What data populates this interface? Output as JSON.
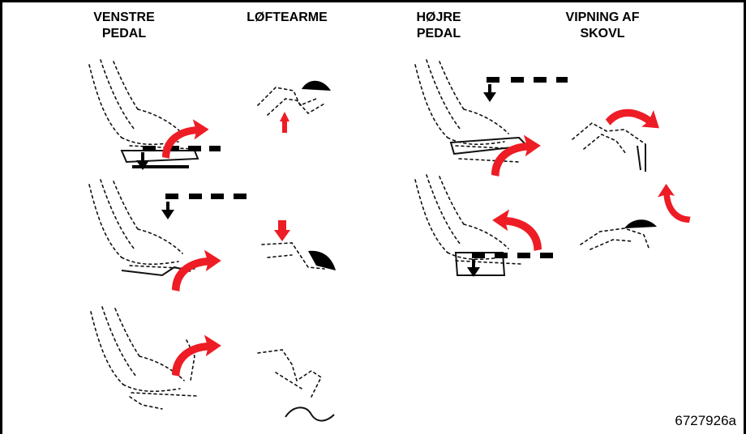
{
  "headers": {
    "left_pedal": "VENSTRE\nPEDAL",
    "lift_arm": "LØFTEARME",
    "right_pedal": "HØJRE\nPEDAL",
    "bucket_tilt": "VIPNING AF\nSKOVL"
  },
  "figure_id": "6727926a",
  "colors": {
    "arrow": "#ee1c24",
    "line": "#000000"
  }
}
